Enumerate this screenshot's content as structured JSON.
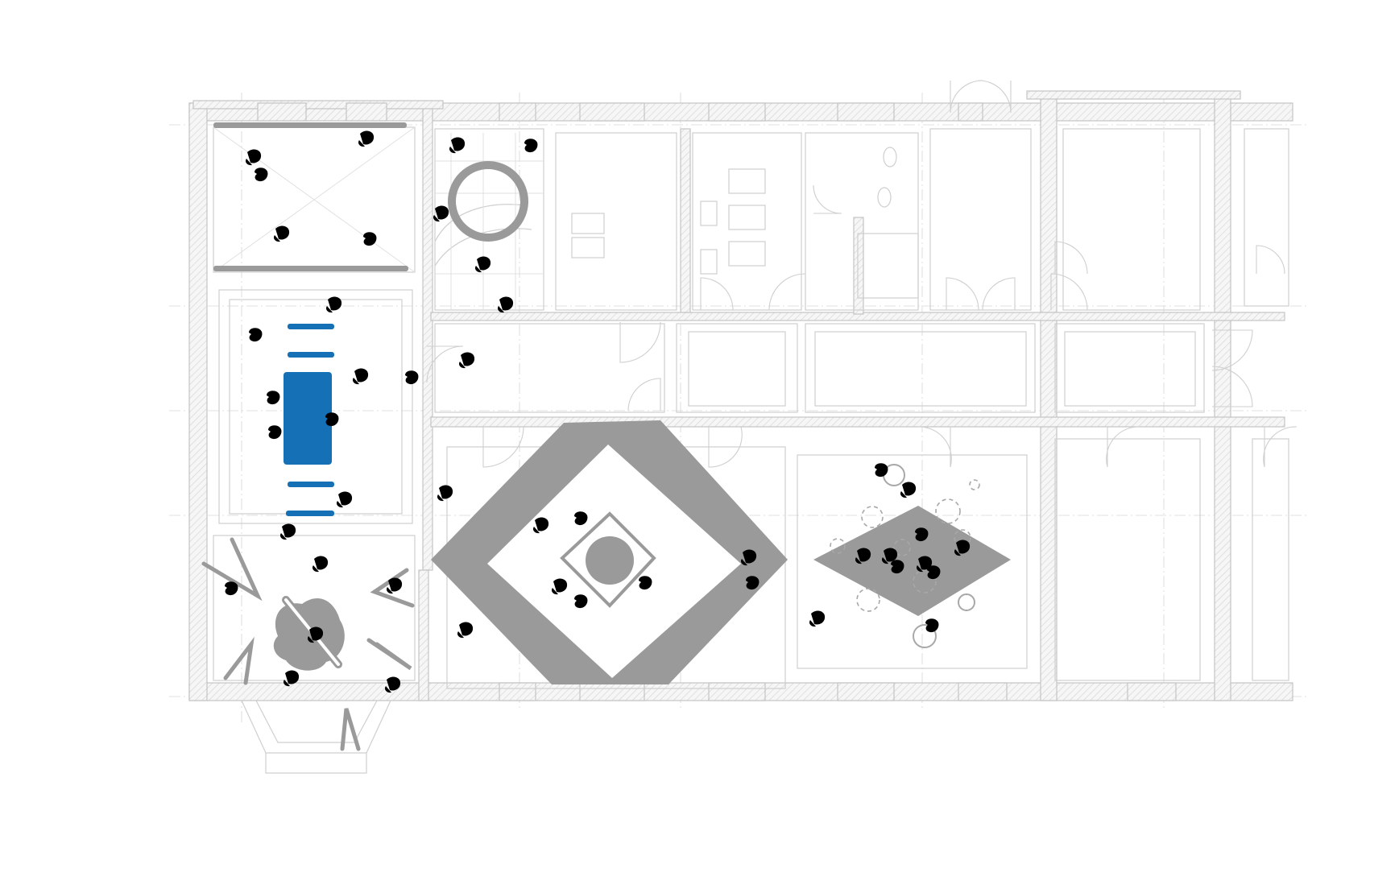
{
  "plan": {
    "colors": {
      "background": "#ffffff",
      "walls": "#c4c4c4",
      "installation_gray": "#9a9a9a",
      "installation_blue": "#1670b5",
      "figures": "#000000"
    },
    "installations": [
      "spiral-ring",
      "blue-table-with-benches",
      "rotating-bar-round-platform",
      "large-diamond-frame",
      "central-round-table",
      "gray-diamond-carpet"
    ],
    "figure_icon": "person-figure-icon"
  }
}
